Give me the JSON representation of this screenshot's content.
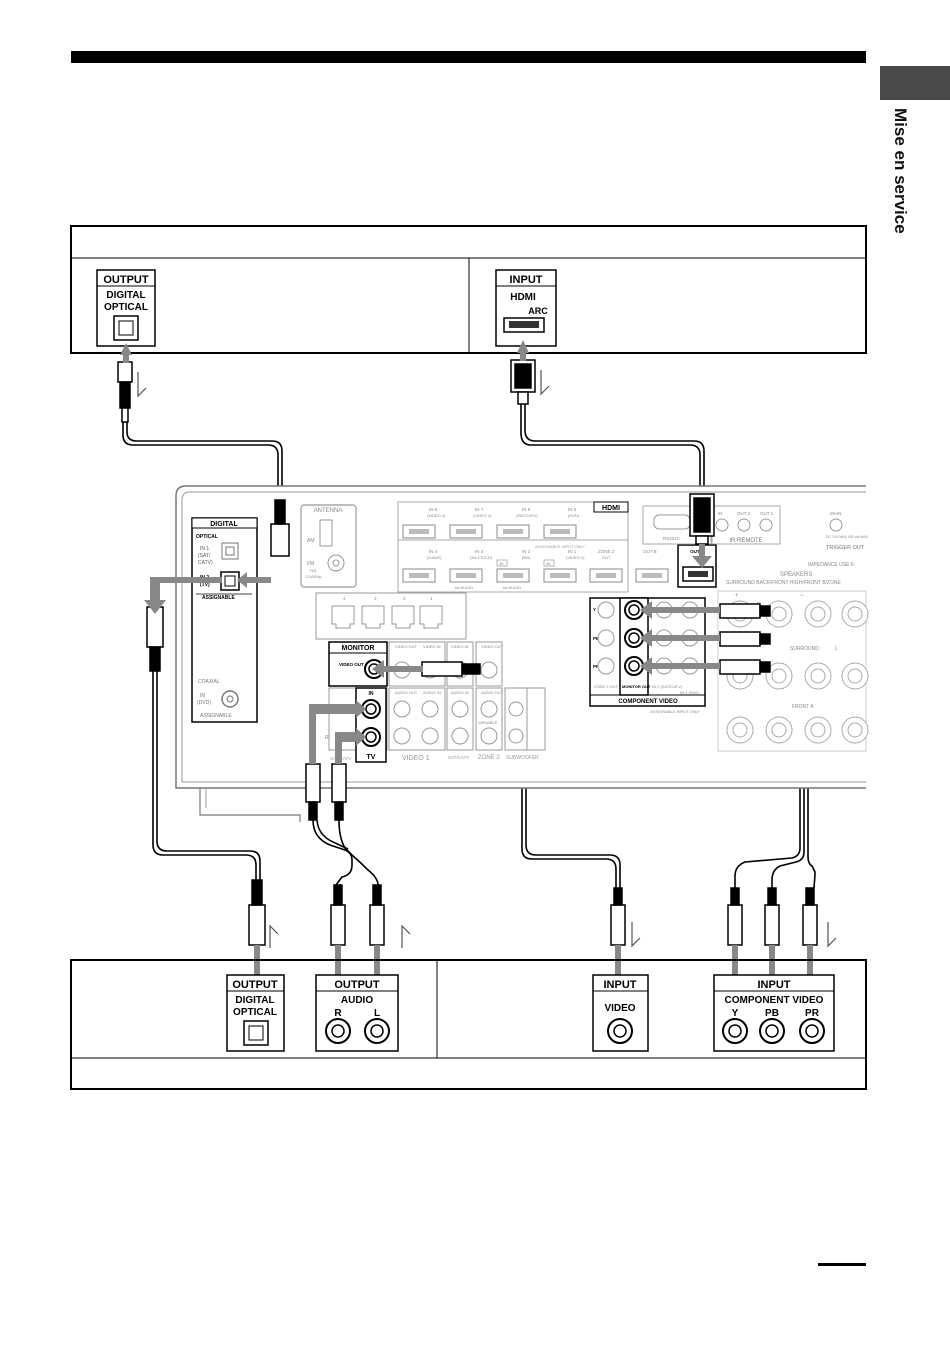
{
  "side_tab": {
    "label": "Mise en service"
  },
  "top_device": {
    "optical_out": {
      "title": "OUTPUT",
      "line1": "DIGITAL",
      "line2": "OPTICAL"
    },
    "hdmi_in": {
      "title": "INPUT",
      "line1": "HDMI",
      "line2": "ARC"
    }
  },
  "receiver": {
    "digital": {
      "title": "DIGITAL",
      "sub": "OPTICAL",
      "in1": "IN 1",
      "in1b": "(SAT/",
      "in1c": "CATV)",
      "in2": "IN 2",
      "in2b": "(TV)",
      "assignable": "ASSIGNABLE",
      "coaxial": "COAXIAL",
      "coax_in": "IN",
      "coax_dvd": "(DVD)",
      "coax_assign": "ASSIGNABLE"
    },
    "antenna": {
      "title": "ANTENNA",
      "am": "AM",
      "fm": "FM",
      "fm_ohm": "75Ω",
      "fm_coax": "COAXIAL"
    },
    "hdmi": {
      "label": "HDMI",
      "assignable_note": "ASSIGNABLE INPUT ONLY",
      "top_row": [
        "IN 8",
        "IN 7",
        "IN 6",
        "IN 5"
      ],
      "top_row_sub": [
        "(VIDEO 4)",
        "(VIDEO 3)",
        "(SAT/CATV)",
        "(DVD)"
      ],
      "bottom_row": [
        "IN 4",
        "IN 3",
        "IN 2",
        "IN 1",
        "ZONE 2"
      ],
      "bottom_row_sub": [
        "(GAME)",
        "(SA-CD/CD)",
        "(BD)",
        "(VIDEO 1)",
        "OUT"
      ],
      "for_audio": "for AUDIO",
      "badge_4k": "4K",
      "out_b": "OUT B",
      "out_a": "OUT A",
      "arc": "ARC"
    },
    "rs232c": "RS232C",
    "ir_remote": {
      "label": "IR REMOTE",
      "in": "IN",
      "out2": "OUT 2",
      "out1": "OUT 1"
    },
    "trigger": {
      "main": "MAIN",
      "spec": "DC 12V MAX 150 mA MAX",
      "label": "TRIGGER OUT"
    },
    "impedance": "IMPEDANCE USE 6-",
    "speakers": {
      "label": "SPEAKERS",
      "sub": "SURROUND BACK/FRONT HIGH/FRONT B/ZONE",
      "front_a": "FRONT A",
      "surround": "SURROUND",
      "r": "R",
      "l": "L",
      "plus": "+",
      "minus": "−"
    },
    "lan_ports": [
      "4",
      "3",
      "2",
      "1"
    ],
    "component": {
      "title": "COMPONENT VIDEO",
      "note": "ASSIGNABLE INPUT ONLY",
      "y": "Y",
      "pb": "PB",
      "pr": "PR",
      "zone2_out": "ZONE 2 OUT",
      "monitor_out": "MONITOR OUT",
      "in2": "IN 2 (SAT/CATV)",
      "in1": "IN 1 (DVD)"
    },
    "monitor": {
      "title": "MONITOR",
      "video_out": "VIDEO OUT"
    },
    "audio_in_tv": {
      "in": "IN",
      "tv": "TV",
      "l": "L",
      "r": "R",
      "sat": "SAT/CATV"
    },
    "video_cols": [
      "VIDEO OUT",
      "VIDEO IN",
      "VIDEO IN",
      "VIDEO OUT"
    ],
    "audio_cols": [
      "AUDIO OUT",
      "AUDIO IN",
      "AUDIO IN",
      "AUDIO OUT"
    ],
    "video1": "VIDEO 1",
    "sat_catv": "SAT/CATV",
    "zone2": "ZONE 2",
    "subwoofer": "SUBWOOFER",
    "variable": "VARIABLE"
  },
  "bottom_device": {
    "optical_out": {
      "title": "OUTPUT",
      "line1": "DIGITAL",
      "line2": "OPTICAL"
    },
    "audio_out": {
      "title": "OUTPUT",
      "line1": "AUDIO",
      "r": "R",
      "l": "L"
    },
    "video_in": {
      "title": "INPUT",
      "line1": "VIDEO"
    },
    "component_in": {
      "title": "INPUT",
      "line1": "COMPONENT VIDEO",
      "y": "Y",
      "pb": "PB",
      "pr": "PR"
    }
  }
}
